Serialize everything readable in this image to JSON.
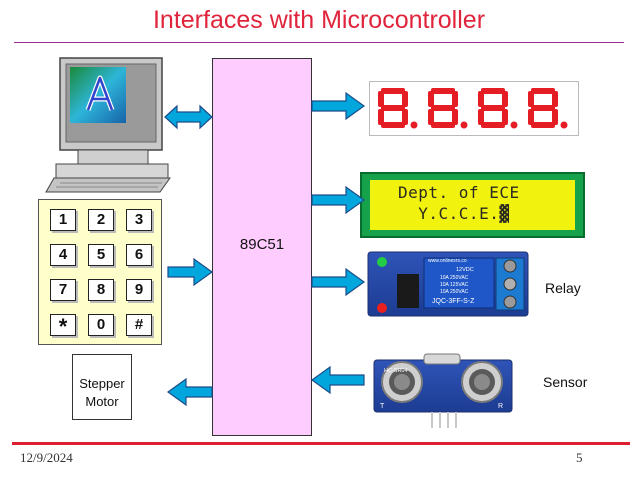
{
  "slide": {
    "title": "Interfaces with Microcontroller",
    "date": "12/9/2024",
    "page_number": "5"
  },
  "microcontroller": {
    "label": "89C51"
  },
  "keypad": {
    "keys": [
      "1",
      "2",
      "3",
      "4",
      "5",
      "6",
      "7",
      "8",
      "9",
      "*",
      "0",
      "#"
    ]
  },
  "stepper_motor": {
    "line1": "Stepper",
    "line2": "Motor"
  },
  "seven_segment": {
    "digits": [
      "8.",
      "8.",
      "8.",
      "8."
    ]
  },
  "lcd": {
    "line1": "Dept. of ECE",
    "line2": "  Y.C.C.E.▓"
  },
  "relay": {
    "label": "Relay",
    "board_text": [
      "www.onlinesrs.co",
      "12VDC",
      "10A 250VAC",
      "10A 125VAC",
      "10A 250VAC",
      "JQC-3FF-S-Z"
    ]
  },
  "sensor": {
    "label": "Sensor",
    "board_text": [
      "HC-SR04",
      "T",
      "R"
    ]
  },
  "colors": {
    "title": "#e0243c",
    "mcu_fill": "#ffccff",
    "arrow_fill": "#00a6dc",
    "keypad_fill": "#ffffcc",
    "segment_red": "#e51d25",
    "lcd_green": "#15a24b",
    "lcd_yellow": "#f2f20f",
    "footer_rule": "#dd1f2f"
  }
}
